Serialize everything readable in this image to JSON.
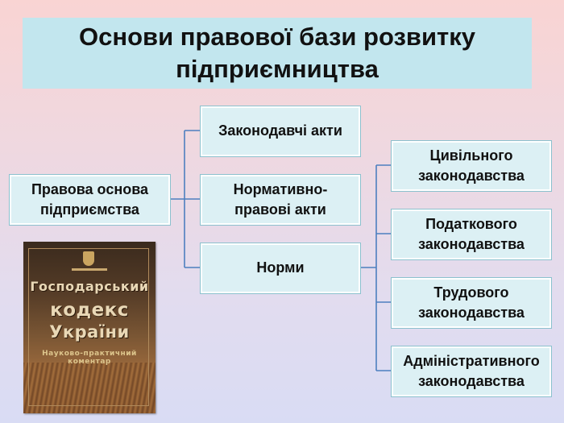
{
  "title": {
    "line1": "Основи правової бази розвитку",
    "line2": "підприємництва"
  },
  "root": {
    "line1": "Правова основа",
    "line2": "підприємства"
  },
  "level1": [
    {
      "line1": "Законодавчі акти",
      "line2": ""
    },
    {
      "line1": "Нормативно-",
      "line2": "правові акти"
    },
    {
      "line1": "Норми",
      "line2": ""
    }
  ],
  "norms": [
    {
      "line1": "Цивільного",
      "line2": "законодавства"
    },
    {
      "line1": "Податкового",
      "line2": "законодавства"
    },
    {
      "line1": "Трудового",
      "line2": "законодавства"
    },
    {
      "line1": "Адміністративного",
      "line2": "законодавства"
    }
  ],
  "book": {
    "title_line1": "Господарський",
    "title_line2": "кодекс",
    "title_line3": "України",
    "subtitle": "Науково-практичний коментар"
  },
  "colors": {
    "box_fill": "#dcf0f4",
    "title_fill": "#c2e6ee",
    "connector": "#4d7fbf"
  }
}
